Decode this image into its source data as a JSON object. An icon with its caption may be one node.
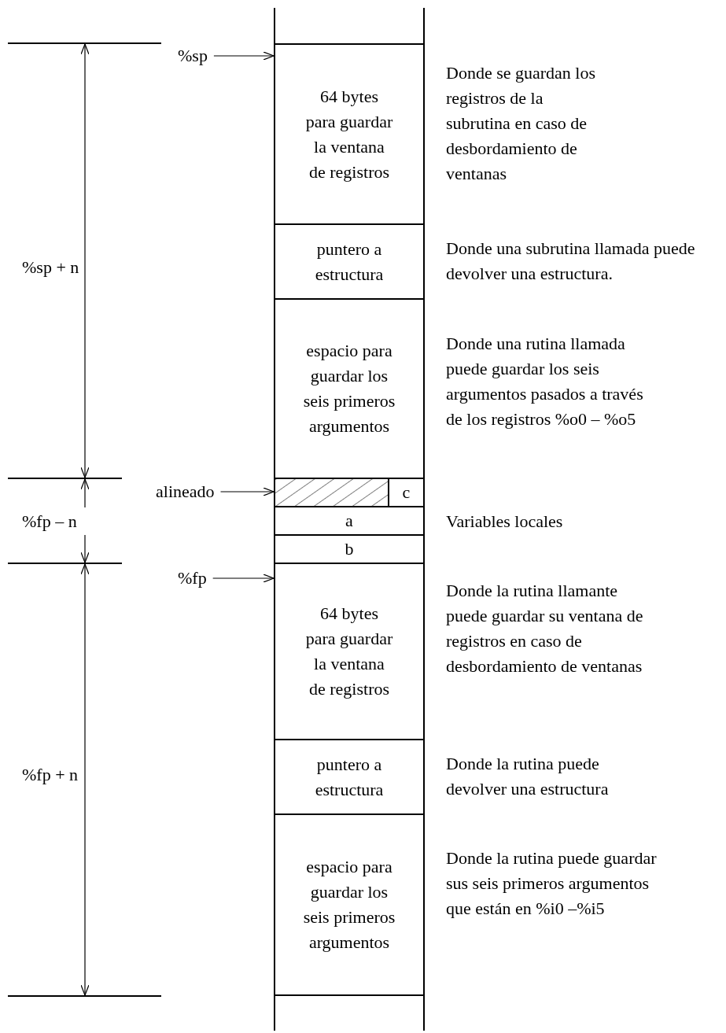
{
  "diagram": {
    "nodes": [
      {
        "text": [
          "64 bytes para guardar la ventana de registros"
        ],
        "beside": [
          "Donde se guardan los registros de la subrutina en caso de desbordamiento de ventanas"
        ]
      },
      {
        "text": [
          "puntero a estructura"
        ],
        "beside": [
          "Donde una subrutina llamada puede devolver una estructura."
        ]
      },
      {
        "text": [
          "espacio para guardar los seis primeros argumentos"
        ],
        "beside": [
          "Donde una rutina llamada puede guardar los seis argumentos pasados a través de los registros %o0 – %o5"
        ]
      },
      {
        "text": [],
        "shape": "box"
      },
      {
        "text": [
          "c"
        ]
      },
      {
        "text": [
          "a"
        ]
      },
      {
        "text": [
          "b"
        ]
      },
      {
        "text": [
          "64 bytes para guardar la ventana de registros"
        ],
        "beside": [
          "Donde la rutina llamante puede guardar su ventana de registros en caso de desbordamiento de ventanas"
        ]
      },
      {
        "text": [
          "puntero a estructura"
        ],
        "beside": [
          "Donde la rutina puede devolver una estructura"
        ]
      },
      {
        "text": [
          "espacio para guardar los seis primeros argumentos"
        ],
        "beside": [
          "Donde la rutina puede guardar sus seis primeros argumentos que están en %i0 –%i5"
        ]
      },
      {
        "text": [
          "%sp"
        ]
      },
      {
        "text": [
          "alineado"
        ]
      },
      {
        "text": [
          "%fp"
        ]
      }
    ],
    "edges": [
      {
        "from": 10,
        "to": 0,
        "arrow": "to"
      },
      {
        "from": 11,
        "to": 3,
        "arrow": "to"
      },
      {
        "from": 12,
        "to": 7,
        "arrow": "to"
      }
    ],
    "labels": [
      "%sp + n",
      "%fp – n",
      "Variables locales",
      "%fp + n"
    ]
  }
}
